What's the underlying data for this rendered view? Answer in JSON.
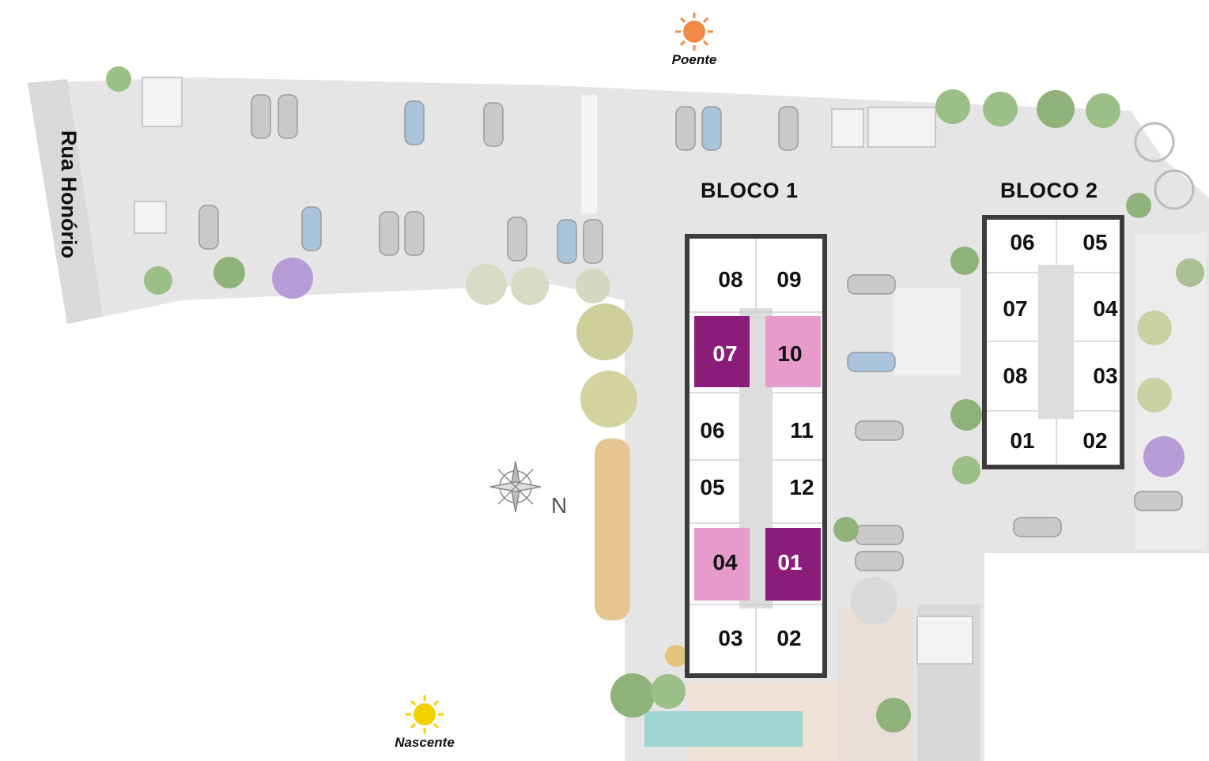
{
  "map": {
    "street_name": "Rua Honório",
    "sun_west_label": "Poente",
    "sun_east_label": "Nascente",
    "north_label": "N",
    "colors": {
      "dark_purple": "#8c1c7a",
      "light_pink": "#e79bcb",
      "pavement": "#e6e6e6",
      "wall": "#3c3c3c",
      "vegetation": "#8fb27a"
    }
  },
  "bloco1": {
    "title": "BLOCO 1",
    "units": {
      "u08": "08",
      "u09": "09",
      "u07": "07",
      "u10": "10",
      "u06": "06",
      "u11": "11",
      "u05": "05",
      "u12": "12",
      "u04": "04",
      "u01": "01",
      "u03": "03",
      "u02": "02"
    },
    "highlights": {
      "dark": [
        "07",
        "01"
      ],
      "light": [
        "10",
        "04"
      ]
    }
  },
  "bloco2": {
    "title": "BLOCO 2",
    "units": {
      "u06": "06",
      "u05": "05",
      "u07": "07",
      "u04": "04",
      "u08": "08",
      "u03": "03",
      "u01": "01",
      "u02": "02"
    }
  }
}
